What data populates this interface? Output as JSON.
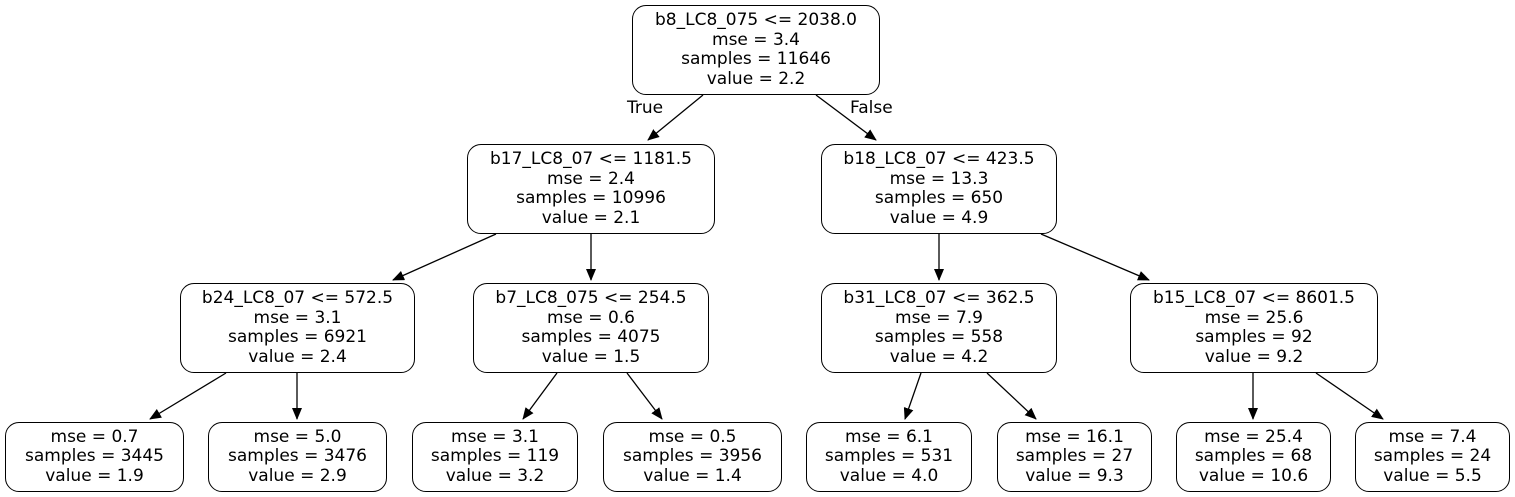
{
  "edge_labels": {
    "true_label": "True",
    "false_label": "False"
  },
  "nodes": [
    {
      "id": "n0",
      "lines": [
        "b8_LC8_075 <= 2038.0",
        "mse = 3.4",
        "samples = 11646",
        "value = 2.2"
      ]
    },
    {
      "id": "n1",
      "lines": [
        "b17_LC8_07 <= 1181.5",
        "mse = 2.4",
        "samples = 10996",
        "value = 2.1"
      ]
    },
    {
      "id": "n2",
      "lines": [
        "b18_LC8_07 <= 423.5",
        "mse = 13.3",
        "samples = 650",
        "value = 4.9"
      ]
    },
    {
      "id": "n3",
      "lines": [
        "b24_LC8_07 <= 572.5",
        "mse = 3.1",
        "samples = 6921",
        "value = 2.4"
      ]
    },
    {
      "id": "n4",
      "lines": [
        "b7_LC8_075 <= 254.5",
        "mse = 0.6",
        "samples = 4075",
        "value = 1.5"
      ]
    },
    {
      "id": "n5",
      "lines": [
        "b31_LC8_07 <= 362.5",
        "mse = 7.9",
        "samples = 558",
        "value = 4.2"
      ]
    },
    {
      "id": "n6",
      "lines": [
        "b15_LC8_07 <= 8601.5",
        "mse = 25.6",
        "samples = 92",
        "value = 9.2"
      ]
    },
    {
      "id": "n7",
      "lines": [
        "mse = 0.7",
        "samples = 3445",
        "value = 1.9"
      ]
    },
    {
      "id": "n8",
      "lines": [
        "mse = 5.0",
        "samples = 3476",
        "value = 2.9"
      ]
    },
    {
      "id": "n9",
      "lines": [
        "mse = 3.1",
        "samples = 119",
        "value = 3.2"
      ]
    },
    {
      "id": "n10",
      "lines": [
        "mse = 0.5",
        "samples = 3956",
        "value = 1.4"
      ]
    },
    {
      "id": "n11",
      "lines": [
        "mse = 6.1",
        "samples = 531",
        "value = 4.0"
      ]
    },
    {
      "id": "n12",
      "lines": [
        "mse = 16.1",
        "samples = 27",
        "value = 9.3"
      ]
    },
    {
      "id": "n13",
      "lines": [
        "mse = 25.4",
        "samples = 68",
        "value = 10.6"
      ]
    },
    {
      "id": "n14",
      "lines": [
        "mse = 7.4",
        "samples = 24",
        "value = 5.5"
      ]
    }
  ],
  "edges": [
    {
      "from": "n0",
      "to": "n1"
    },
    {
      "from": "n0",
      "to": "n2"
    },
    {
      "from": "n1",
      "to": "n3"
    },
    {
      "from": "n1",
      "to": "n4"
    },
    {
      "from": "n2",
      "to": "n5"
    },
    {
      "from": "n2",
      "to": "n6"
    },
    {
      "from": "n3",
      "to": "n7"
    },
    {
      "from": "n3",
      "to": "n8"
    },
    {
      "from": "n4",
      "to": "n9"
    },
    {
      "from": "n4",
      "to": "n10"
    },
    {
      "from": "n5",
      "to": "n11"
    },
    {
      "from": "n5",
      "to": "n12"
    },
    {
      "from": "n6",
      "to": "n13"
    },
    {
      "from": "n6",
      "to": "n14"
    }
  ]
}
